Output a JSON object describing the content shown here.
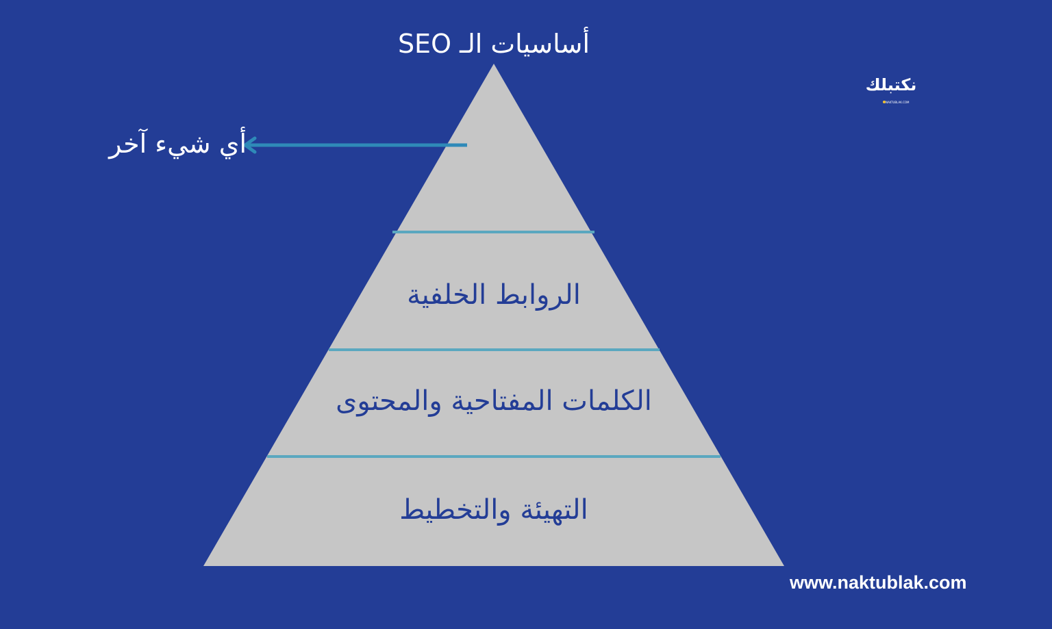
{
  "title": "أساسيات الـ SEO",
  "pointer_label": "أي شيء آخر",
  "levels": [
    {
      "label": "الروابط الخلفية"
    },
    {
      "label": "الكلمات المفتاحية والمحتوى"
    },
    {
      "label": "التهيئة والتخطيط"
    }
  ],
  "logo": {
    "text": "نكتبلك",
    "subtext": "NAKTUBLAK.COM"
  },
  "website": "www.naktublak.com",
  "colors": {
    "background": "#233d96",
    "pyramid": "#c6c6c6",
    "divider": "#5aa7bf",
    "arrow": "#2f8ab8",
    "text_dark": "#233d96"
  }
}
